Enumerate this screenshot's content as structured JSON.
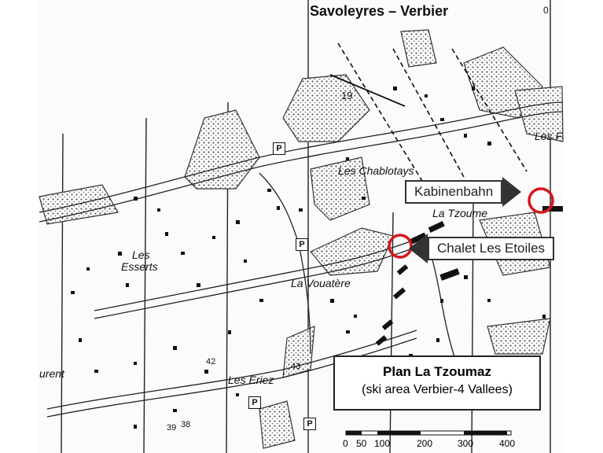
{
  "map": {
    "top_title": "Savoleyres – Verbier",
    "corner_number": "0",
    "edge_label_right": "Les F",
    "edge_label_left": "urent",
    "places": {
      "chablotays": "Les Chablotays",
      "tzoume": "La Tzoume",
      "esserts_line1": "Les",
      "esserts_line2": "Esserts",
      "vouatere": "La Vouatère",
      "eriez": "Les Eriez"
    },
    "numbers": {
      "n19": "19",
      "n42": "42",
      "n43": "43",
      "n39": "39",
      "n38": "38"
    },
    "parking_symbol": "P",
    "callouts": {
      "kabinenbahn": "Kabinenbahn",
      "chalet": "Chalet Les Etoiles"
    },
    "legend": {
      "title": "Plan La Tzoumaz",
      "subtitle": "(ski area Verbier-4 Vallees)"
    },
    "scale_bar": {
      "labels": [
        "0",
        "50",
        "100",
        "200",
        "300",
        "400"
      ]
    },
    "colors": {
      "ink": "#111111",
      "marker_red": "#d8161b",
      "callout_border": "#333333"
    }
  }
}
